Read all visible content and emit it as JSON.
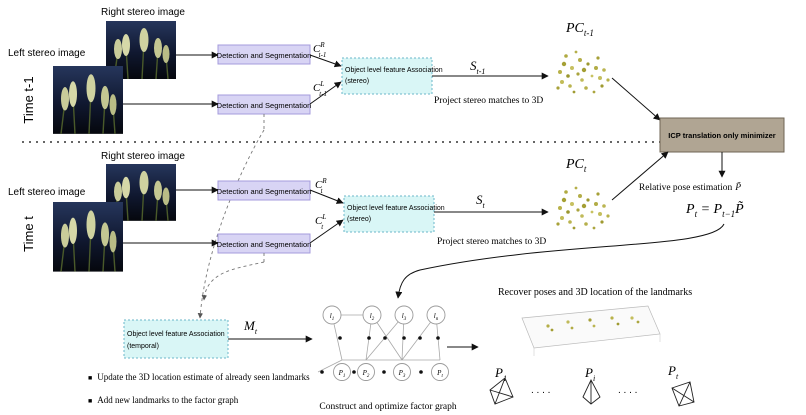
{
  "rows": {
    "prev": {
      "time_label": "Time t-1",
      "right_image_label": "Right stereo image",
      "left_image_label": "Left stereo image",
      "detect_top": "Detection and Segmentation",
      "detect_bottom": "Detection and Segmentation",
      "c_top": {
        "base": "C",
        "sup": "R",
        "sub": "t-1"
      },
      "c_bottom": {
        "base": "C",
        "sup": "L",
        "sub": "t-1"
      },
      "assoc_line1": "Object level feature Association",
      "assoc_line2": "(stereo)",
      "s_label": {
        "base": "S",
        "sub": "t-1"
      },
      "project_label": "Project stereo matches to 3D",
      "pc_label": {
        "base": "PC",
        "sub": "t-1"
      }
    },
    "curr": {
      "time_label": "Time t",
      "right_image_label": "Right stereo image",
      "left_image_label": "Left stereo image",
      "detect_top": "Detection and Segmentation",
      "detect_bottom": "Detection and Segmentation",
      "c_top": {
        "base": "C",
        "sup": "R",
        "sub": "t"
      },
      "c_bottom": {
        "base": "C",
        "sup": "L",
        "sub": "t"
      },
      "assoc_line1": "Object level feature Association",
      "assoc_line2": "(stereo)",
      "s_label": {
        "base": "S",
        "sub": "t"
      },
      "project_label": "Project stereo matches to 3D",
      "pc_label": {
        "base": "PC",
        "sub": "t"
      }
    }
  },
  "icp_label": "ICP translation only minimizer",
  "relative_pose_label": "Relative pose estimation",
  "relative_pose_symbol": "P̃",
  "pose_equation": {
    "lhs": "P",
    "lhs_sub": "t",
    "eq": " = ",
    "rhs": "P",
    "rhs_sub": "t−1",
    "tail": "P̃"
  },
  "temporal": {
    "line1": "Object level feature Association",
    "line2": "(temporal)",
    "m_label": {
      "base": "M",
      "sub": "t"
    },
    "bullets": [
      "Update the 3D location estimate of already seen landmarks",
      "Add new landmarks to the factor graph"
    ]
  },
  "factor_graph": {
    "caption": "Construct and optimize factor graph",
    "landmarks": [
      {
        "base": "l",
        "sub": "1"
      },
      {
        "base": "l",
        "sub": "2"
      },
      {
        "base": "l",
        "sub": "3"
      },
      {
        "base": "l",
        "sub": "n"
      }
    ],
    "poses": [
      {
        "base": "P",
        "sub": "1"
      },
      {
        "base": "P",
        "sub": "2"
      },
      {
        "base": "P",
        "sub": "3"
      },
      {
        "base": "P",
        "sub": "t"
      }
    ]
  },
  "recover_label": "Recover poses and 3D location of the landmarks",
  "cameras": [
    {
      "base": "P",
      "sub": "1"
    },
    {
      "base": "P",
      "sub": "i"
    },
    {
      "base": "P",
      "sub": "t"
    }
  ],
  "ellipsis": ". . . ."
}
